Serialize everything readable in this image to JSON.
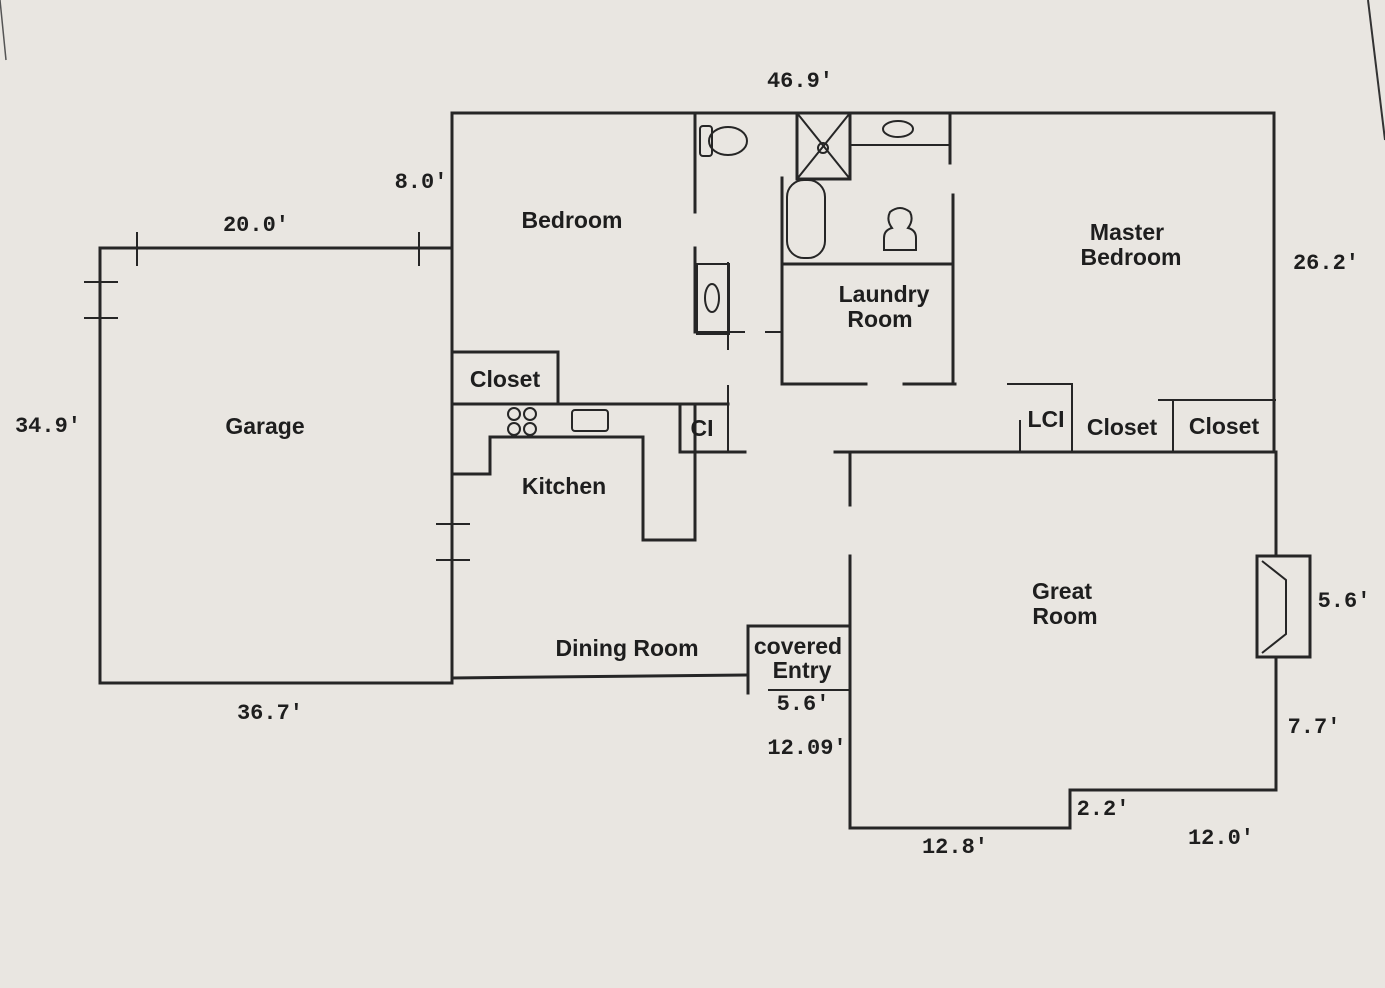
{
  "rooms": {
    "garage": "Garage",
    "bedroom": "Bedroom",
    "closet_bedroom": "Closet",
    "ci": "CI",
    "kitchen": "Kitchen",
    "dining_room": "Dining Room",
    "laundry_room_line1": "Laundry",
    "laundry_room_line2": "Room",
    "master_bedroom_line1": "Master",
    "master_bedroom_line2": "Bedroom",
    "lci": "LCI",
    "closet_master_1": "Closet",
    "closet_master_2": "Closet",
    "great_room_line1": "Great",
    "great_room_line2": "Room",
    "covered_entry_line1": "covered",
    "covered_entry_line2": "Entry"
  },
  "dimensions": {
    "top_width": "46.9'",
    "bedroom_offset": "8.0'",
    "garage_top": "20.0'",
    "garage_height": "34.9'",
    "bottom_left": "36.7'",
    "master_right": "26.2'",
    "fireplace_width": "5.6'",
    "lower_right": "7.7'",
    "entry_width": "5.6'",
    "entry_depth": "12.09'",
    "step": "2.2'",
    "great_room_bottom": "12.8'",
    "bottom_right": "12.0'"
  }
}
